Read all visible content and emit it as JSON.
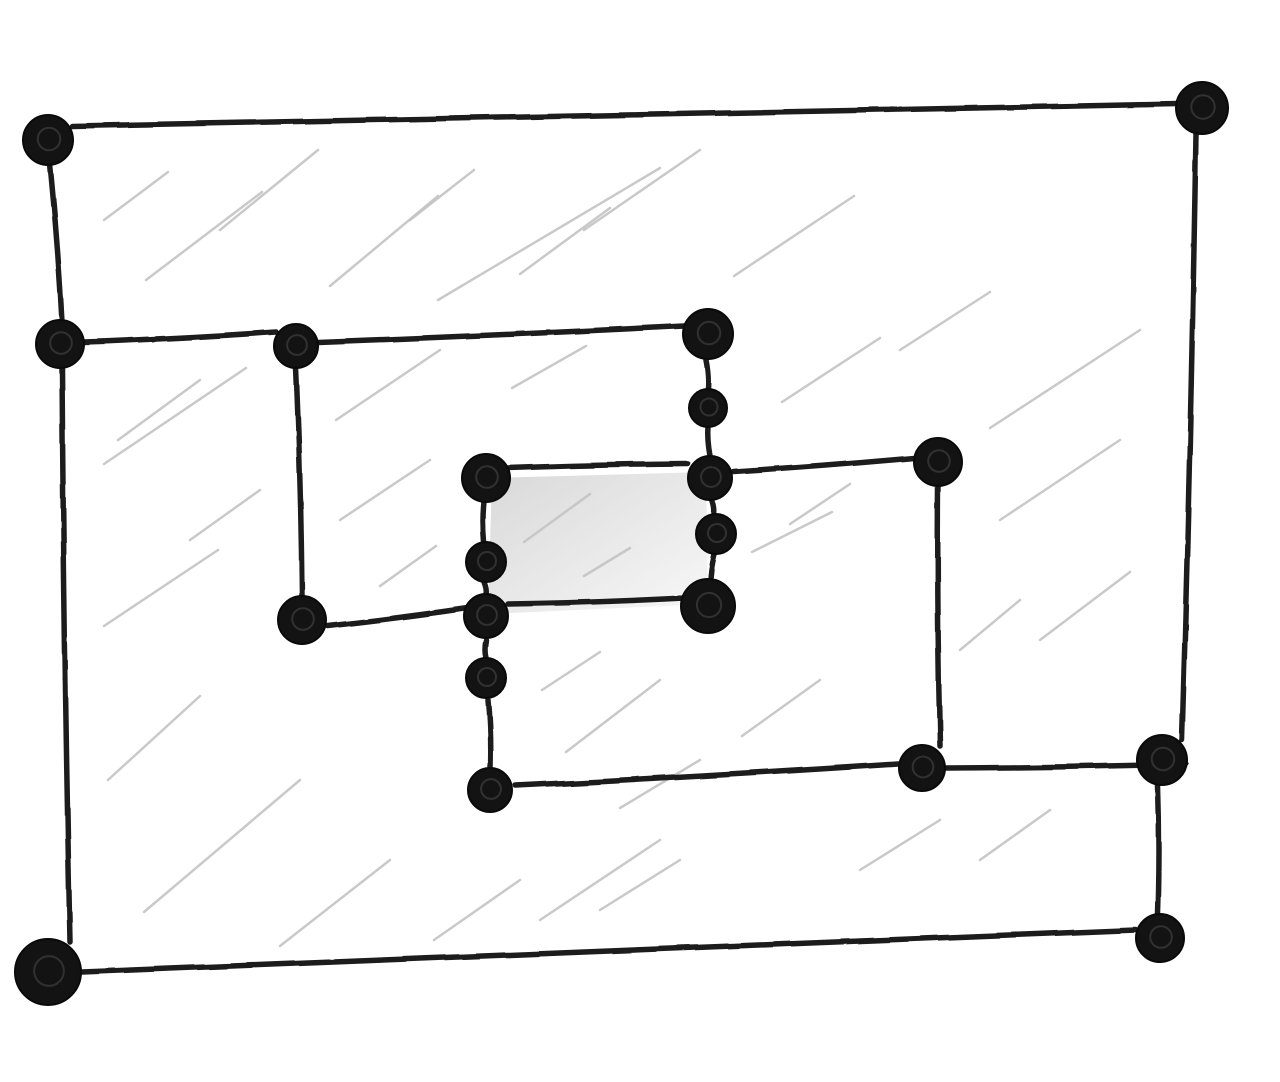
{
  "diagram": {
    "kind": "hand-drawn planar graph with nested rectangular loops",
    "colors": {
      "background": "#ffffff",
      "stroke": "#1c1c1c",
      "node_fill": "#131313",
      "hatch": "#c4c4c4",
      "shaded_region": "#d6d6d6"
    },
    "nodes": [
      {
        "id": "n1"
      },
      {
        "id": "n2"
      },
      {
        "id": "n3"
      },
      {
        "id": "n4"
      },
      {
        "id": "n5"
      },
      {
        "id": "n6"
      },
      {
        "id": "n7"
      },
      {
        "id": "n8"
      },
      {
        "id": "n9"
      },
      {
        "id": "n10"
      },
      {
        "id": "n11"
      },
      {
        "id": "n12"
      },
      {
        "id": "n13"
      },
      {
        "id": "n14"
      },
      {
        "id": "n15"
      },
      {
        "id": "n16"
      },
      {
        "id": "n17"
      },
      {
        "id": "n18"
      },
      {
        "id": "n19"
      },
      {
        "id": "n20"
      },
      {
        "id": "n21"
      },
      {
        "id": "n22"
      }
    ],
    "edges": [
      [
        "n1",
        "n2"
      ],
      [
        "n2",
        "n13"
      ],
      [
        "n13",
        "n20"
      ],
      [
        "n20",
        "n12"
      ],
      [
        "n1",
        "n5"
      ],
      [
        "n5",
        "n22"
      ],
      [
        "n5",
        "n6"
      ],
      [
        "n6",
        "n7"
      ],
      [
        "n6",
        "n15"
      ],
      [
        "n15",
        "n19"
      ],
      [
        "n7",
        "n8"
      ],
      [
        "n8",
        "n9"
      ],
      [
        "n9",
        "n10"
      ],
      [
        "n10",
        "n11"
      ],
      [
        "n14",
        "n9"
      ],
      [
        "n9",
        "n16"
      ],
      [
        "n16",
        "n17"
      ],
      [
        "n14",
        "n18"
      ],
      [
        "n18",
        "n19"
      ],
      [
        "n19",
        "n11"
      ],
      [
        "n19",
        "n21"
      ],
      [
        "n21",
        "n3"
      ],
      [
        "n3",
        "n4"
      ],
      [
        "n16",
        "n4"
      ],
      [
        "n4",
        "n20"
      ],
      [
        "n20",
        "n12"
      ]
    ]
  }
}
